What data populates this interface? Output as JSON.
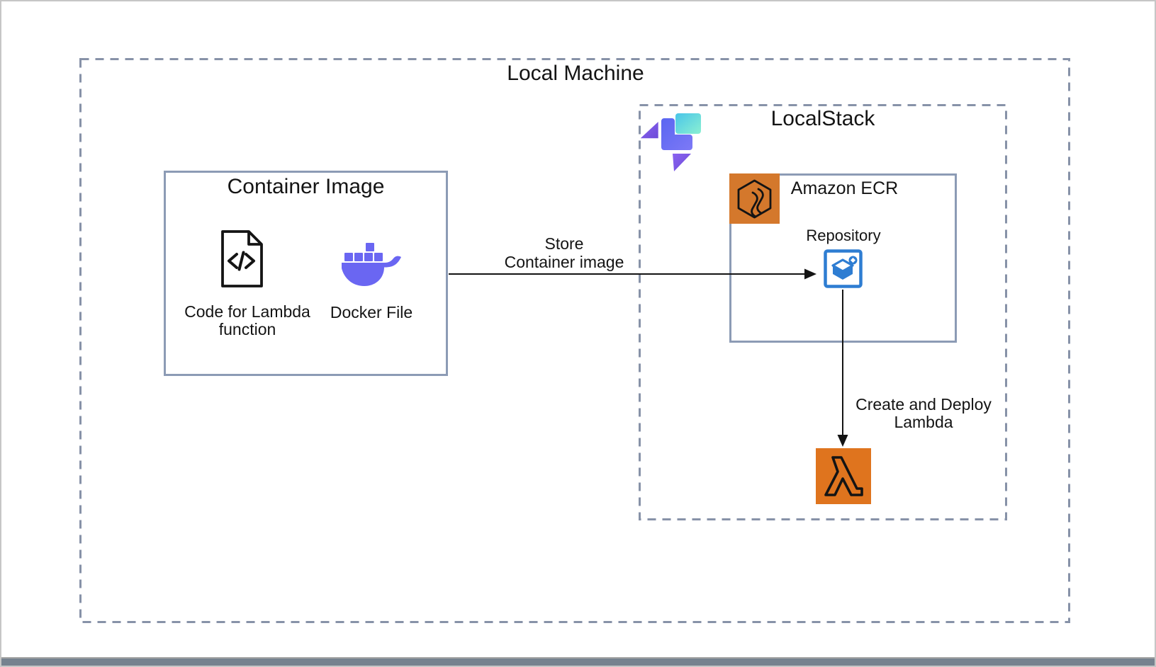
{
  "diagram": {
    "local_machine": {
      "title": "Local Machine"
    },
    "container_image": {
      "title": "Container Image",
      "code_file": {
        "label_lines": [
          "Code for Lambda",
          "function"
        ]
      },
      "docker": {
        "label": "Docker File"
      }
    },
    "store_arrow": {
      "label_lines": [
        "Store",
        "Container image"
      ]
    },
    "localstack": {
      "title": "LocalStack",
      "ecr": {
        "title": "Amazon ECR",
        "repository": {
          "label": "Repository"
        }
      },
      "deploy_arrow": {
        "label_lines": [
          "Create and Deploy",
          "Lambda"
        ]
      }
    }
  },
  "icons": {
    "code_file": "document-code-icon",
    "docker": "docker-whale-icon",
    "ecr": "amazon-ecr-icon",
    "repository": "ecr-repository-icon",
    "lambda": "aws-lambda-icon",
    "localstack": "localstack-logo"
  },
  "colors": {
    "solid_box_border": "#8C9BB5",
    "dashed_box_border": "#8792A8",
    "arrow": "#141414",
    "docker_purple": "#6A66F2",
    "ecr_orange": "#D4782C",
    "lambda_orange": "#DF741E",
    "repository_blue": "#2E7DD2",
    "localstack_cyan": "#49C5E9",
    "localstack_indigo": "#6A70F3",
    "localstack_purple": "#7D57E6"
  }
}
